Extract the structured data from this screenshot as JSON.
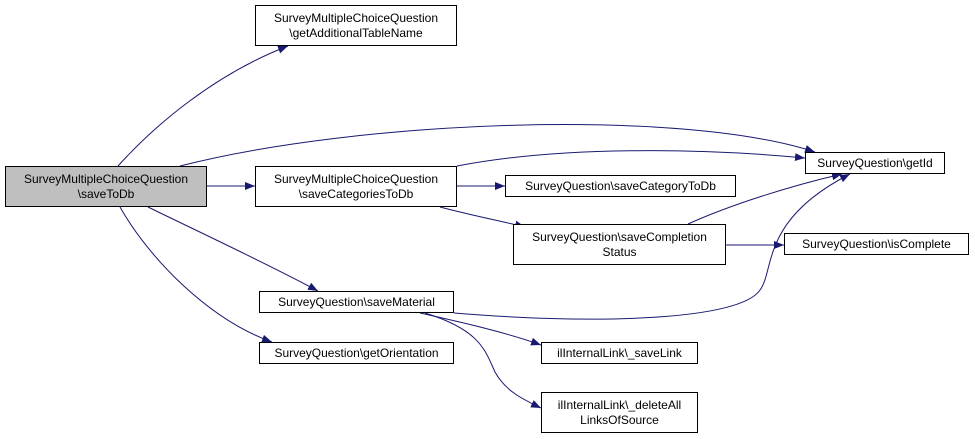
{
  "colors": {
    "edge": "#191970",
    "border": "#000000",
    "root_fill": "#bfbfbf",
    "node_fill": "#ffffff"
  },
  "nodes": [
    {
      "id": "root",
      "lines": [
        "SurveyMultipleChoiceQuestion",
        "\\saveToDb"
      ]
    },
    {
      "id": "getAdditionalTableName",
      "lines": [
        "SurveyMultipleChoiceQuestion",
        "\\getAdditionalTableName"
      ]
    },
    {
      "id": "saveCategoriesToDb",
      "lines": [
        "SurveyMultipleChoiceQuestion",
        "\\saveCategoriesToDb"
      ]
    },
    {
      "id": "saveMaterial",
      "lines": [
        "SurveyQuestion\\saveMaterial"
      ]
    },
    {
      "id": "getOrientation",
      "lines": [
        "SurveyQuestion\\getOrientation"
      ]
    },
    {
      "id": "getId",
      "lines": [
        "SurveyQuestion\\getId"
      ]
    },
    {
      "id": "saveCategoryToDb",
      "lines": [
        "SurveyQuestion\\saveCategoryToDb"
      ]
    },
    {
      "id": "saveCompletionStatus",
      "lines": [
        "SurveyQuestion\\saveCompletion",
        "Status"
      ]
    },
    {
      "id": "isComplete",
      "lines": [
        "SurveyQuestion\\isComplete"
      ]
    },
    {
      "id": "saveLink",
      "lines": [
        "ilInternalLink\\_saveLink"
      ]
    },
    {
      "id": "deleteAllLinksOfSource",
      "lines": [
        "ilInternalLink\\_deleteAll",
        "LinksOfSource"
      ]
    }
  ],
  "edges": [
    {
      "from": "root",
      "to": "getAdditionalTableName"
    },
    {
      "from": "root",
      "to": "getId"
    },
    {
      "from": "root",
      "to": "saveCategoriesToDb"
    },
    {
      "from": "root",
      "to": "saveMaterial"
    },
    {
      "from": "root",
      "to": "getOrientation"
    },
    {
      "from": "saveCategoriesToDb",
      "to": "getId"
    },
    {
      "from": "saveCategoriesToDb",
      "to": "saveCategoryToDb"
    },
    {
      "from": "saveCategoriesToDb",
      "to": "saveCompletionStatus"
    },
    {
      "from": "saveCompletionStatus",
      "to": "getId"
    },
    {
      "from": "saveCompletionStatus",
      "to": "isComplete"
    },
    {
      "from": "saveMaterial",
      "to": "getId"
    },
    {
      "from": "saveMaterial",
      "to": "saveLink"
    },
    {
      "from": "saveMaterial",
      "to": "deleteAllLinksOfSource"
    }
  ]
}
